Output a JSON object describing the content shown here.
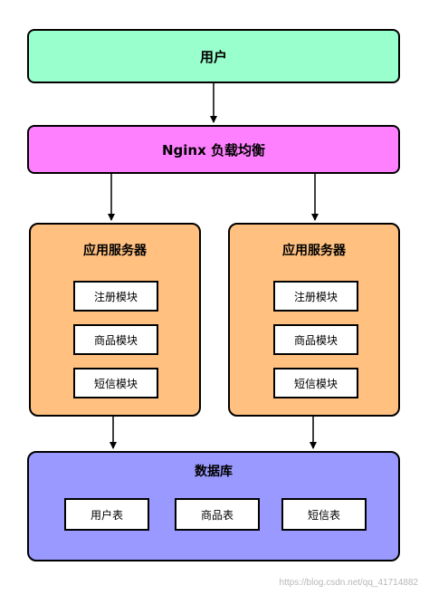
{
  "user": {
    "label": "用户",
    "color": "#99ffcc"
  },
  "nginx": {
    "label": "Nginx 负载均衡",
    "color": "#ff80ff"
  },
  "app_servers": [
    {
      "title": "应用服务器",
      "modules": [
        "注册模块",
        "商品模块",
        "短信模块"
      ]
    },
    {
      "title": "应用服务器",
      "modules": [
        "注册模块",
        "商品模块",
        "短信模块"
      ]
    }
  ],
  "app_server_color": "#ffc080",
  "database": {
    "title": "数据库",
    "tables": [
      "用户表",
      "商品表",
      "短信表"
    ],
    "color": "#9999ff"
  },
  "watermark": "https://blog.csdn.net/qq_41714882"
}
